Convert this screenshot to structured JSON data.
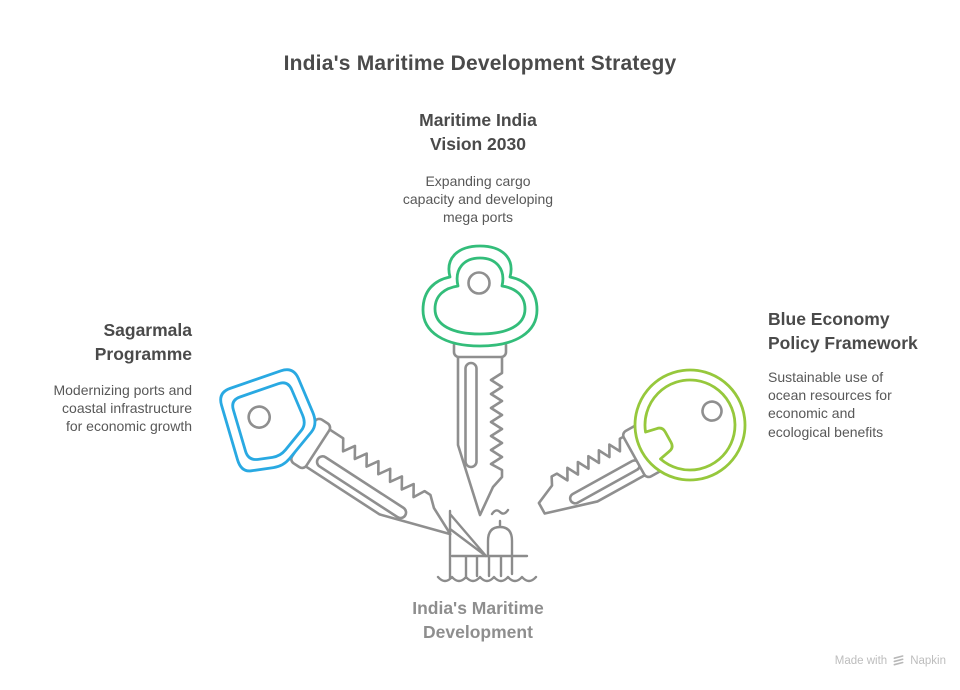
{
  "title": "India's Maritime Development Strategy",
  "colors": {
    "green": "#33bd7a",
    "blue": "#29a9e2",
    "lime": "#96c83c",
    "gray_ink": "#8f8f8f",
    "heading_text": "#4a4a4a",
    "body_text": "#585858",
    "center_text": "#8e8e8e",
    "watermark_text": "#bdbdbd"
  },
  "nodes": {
    "top": {
      "heading": "Maritime India\nVision 2030",
      "description": "Expanding cargo\ncapacity and developing\nmega ports",
      "key_color": "#33bd7a"
    },
    "left": {
      "heading": "Sagarmala\nProgramme",
      "description": "Modernizing ports and\ncoastal infrastructure\nfor economic growth",
      "key_color": "#29a9e2"
    },
    "right": {
      "heading": "Blue Economy\nPolicy Framework",
      "description": "Sustainable use of\nocean resources for\neconomic and\necological benefits",
      "key_color": "#96c83c"
    },
    "center": {
      "label": "India's Maritime\nDevelopment"
    }
  },
  "watermark": {
    "made_with": "Made with",
    "brand": "Napkin"
  }
}
